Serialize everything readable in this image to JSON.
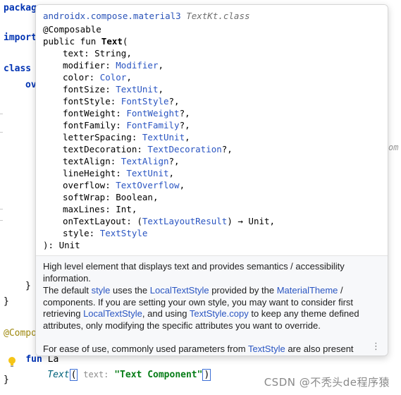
{
  "editor": {
    "lines": {
      "package": "packag",
      "import": "import",
      "class": "class",
      "override": "ov",
      "brace_inner": "}",
      "brace_outer": "}",
      "annotation": "@Compo",
      "fun_prefix": "fun",
      "fun_name": "La",
      "text_call": "Text",
      "text_open": "(",
      "param_hint": "text:",
      "string_arg": "\"Text Component\"",
      "text_close": ")",
      "last_brace": "}"
    },
    "side_fragment": "om"
  },
  "popup": {
    "header_package": "androidx.compose.material3",
    "header_class": "TextKt.class",
    "annotation": "@Composable",
    "signature_start_prefix": "public fun ",
    "signature_name": "Text",
    "signature_open": "(",
    "params": [
      {
        "name": "text: ",
        "type": "String",
        "type_link": false,
        "suffix": ","
      },
      {
        "name": "modifier: ",
        "type": "Modifier",
        "type_link": true,
        "suffix": ","
      },
      {
        "name": "color: ",
        "type": "Color",
        "type_link": true,
        "suffix": ","
      },
      {
        "name": "fontSize: ",
        "type": "TextUnit",
        "type_link": true,
        "suffix": ","
      },
      {
        "name": "fontStyle: ",
        "type": "FontStyle",
        "type_link": true,
        "suffix": "?,"
      },
      {
        "name": "fontWeight: ",
        "type": "FontWeight",
        "type_link": true,
        "suffix": "?,"
      },
      {
        "name": "fontFamily: ",
        "type": "FontFamily",
        "type_link": true,
        "suffix": "?,"
      },
      {
        "name": "letterSpacing: ",
        "type": "TextUnit",
        "type_link": true,
        "suffix": ","
      },
      {
        "name": "textDecoration: ",
        "type": "TextDecoration",
        "type_link": true,
        "suffix": "?,"
      },
      {
        "name": "textAlign: ",
        "type": "TextAlign",
        "type_link": true,
        "suffix": "?,"
      },
      {
        "name": "lineHeight: ",
        "type": "TextUnit",
        "type_link": true,
        "suffix": ","
      },
      {
        "name": "overflow: ",
        "type": "TextOverflow",
        "type_link": true,
        "suffix": ","
      },
      {
        "name": "softWrap: ",
        "type": "Boolean",
        "type_link": false,
        "suffix": ","
      },
      {
        "name": "maxLines: ",
        "type": "Int",
        "type_link": false,
        "suffix": ","
      },
      {
        "name": "onTextLayout: (",
        "type": "TextLayoutResult",
        "type_link": true,
        "suffix": ") → Unit,"
      },
      {
        "name": "style: ",
        "type": "TextStyle",
        "type_link": true,
        "suffix": ""
      }
    ],
    "signature_end": "): Unit",
    "description": {
      "p1": "High level element that displays text and provides semantics / accessibility information.",
      "p2_a": "The default ",
      "p2_style": "style",
      "p2_b": " uses the ",
      "p2_localtextstyle": "LocalTextStyle",
      "p2_c": " provided by the ",
      "p2_materialtheme": "MaterialTheme",
      "p2_d": " / components. If you are setting your own style, you may want to consider first retrieving ",
      "p2_localtextstyle2": "LocalTextStyle",
      "p2_e": ", and using ",
      "p2_copy": "TextStyle.copy",
      "p2_f": " to keep any theme defined attributes, only modifying the specific attributes you want to override.",
      "p3_a": "For ease of use, commonly used parameters from ",
      "p3_textstyle": "TextStyle",
      "p3_b": " are also present"
    },
    "more_icon": "⋮"
  },
  "watermark": "CSDN @不秃头de程序猿",
  "colors": {
    "keyword": "#0033b3",
    "link": "#2a55c2",
    "string": "#067d17",
    "annotation": "#9e880d",
    "popup_desc_bg": "#f7f8fa"
  }
}
